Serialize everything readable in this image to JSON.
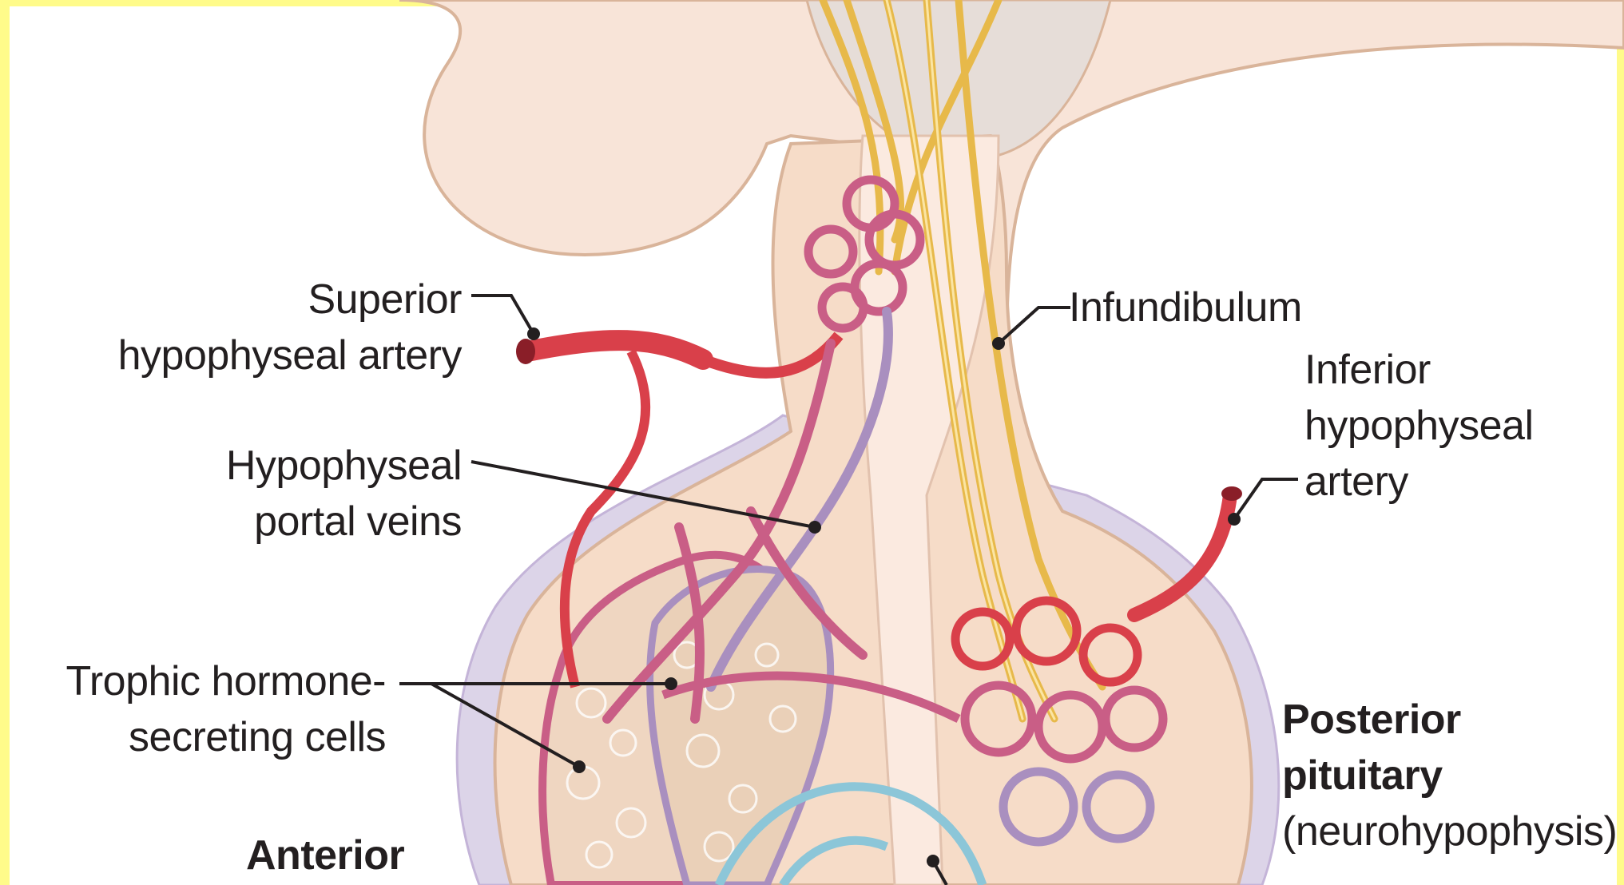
{
  "colors": {
    "page_background": "#fffdf0",
    "frame_yellow": "#fffb8a",
    "brain_tissue": "#f8e4d8",
    "gland_tissue": "#f6dcc8",
    "outline": "#d9b49a",
    "capsule": "#dcd4e8",
    "nerve_fibers": "#e7b94a",
    "artery_red": "#d9404a",
    "portal_vein_pink": "#c95e86",
    "vein_purple": "#a98fbf",
    "vein_blue": "#8cc6d8",
    "cell_cluster": "#efd6c1",
    "leader_line": "#231f20"
  },
  "labels": {
    "superior_artery": [
      "Superior",
      "hypophyseal artery"
    ],
    "portal_veins": [
      "Hypophyseal",
      "portal veins"
    ],
    "trophic_cells": [
      "Trophic hormone-",
      "secreting cells"
    ],
    "anterior": "Anterior",
    "infundibulum": "Infundibulum",
    "inferior_artery": [
      "Inferior",
      "hypophyseal",
      "artery"
    ],
    "posterior": [
      "Posterior",
      "pituitary"
    ],
    "posterior_sub": "(neurohypophysis)"
  }
}
